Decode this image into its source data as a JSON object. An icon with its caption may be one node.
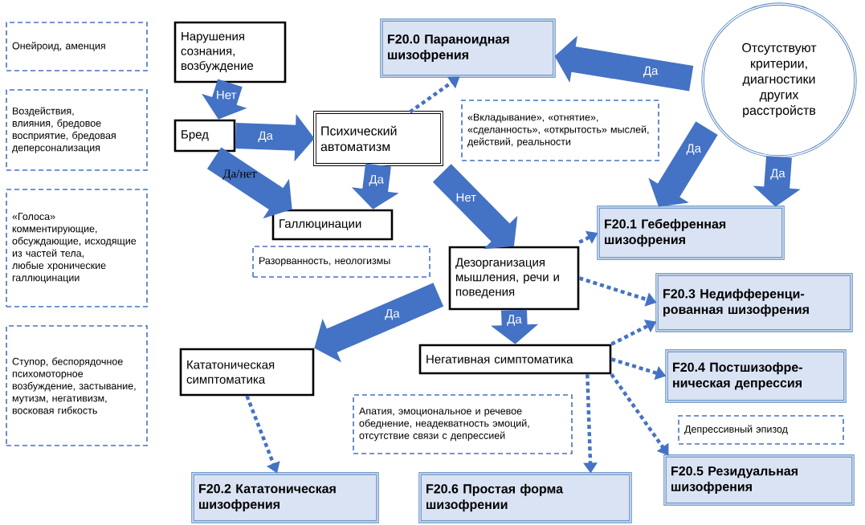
{
  "diagram": {
    "nodes": [
      {
        "text": [
          "Онейроид, аменция"
        ]
      },
      {
        "text": [
          "Воздействия, влияния, бредовое восприятие, бредовая деперсонализация"
        ]
      },
      {
        "text": [
          "«Голоса» комментирующие, обсуждающие, исходящие из частей тела, любые хронические галлюцинации"
        ]
      },
      {
        "text": [
          "Ступор, беспорядочное психомоторное возбуждение, застывание, мутизм, негативизм, восковая гибкость"
        ]
      },
      {
        "text": [
          "Нарушения сознания, возбуждение"
        ]
      },
      {
        "text": [
          "Бред"
        ]
      },
      {
        "text": [
          "Психический автоматизм"
        ]
      },
      {
        "text": [
          "Галлюцинации"
        ]
      },
      {
        "text": [
          "F20.0 Параноидная шизофрения"
        ]
      },
      {
        "text": [
          "«Вкладывание», «отнятие», «сделанность», «открытость» мыслей, действий, реальности"
        ]
      },
      {
        "text": [
          "Отсутствуют критерии, диагностики других расстройств"
        ]
      },
      {
        "text": [
          "F20.1 Гебефренная шизофрения"
        ]
      },
      {
        "text": [
          "Разорванность, неологизмы"
        ]
      },
      {
        "text": [
          "Дезорганизация мышления, речи и поведения"
        ]
      },
      {
        "text": [
          "Кататоническая симптоматика"
        ]
      },
      {
        "text": [
          "Негативная симптоматика"
        ]
      },
      {
        "text": [
          "Апатия, эмоциональное и речевое обеднение, неадекватность эмоций, отсутствие связи с депрессией"
        ]
      },
      {
        "text": [
          "F20.3 Недифференци-рованная шизофрения"
        ]
      },
      {
        "text": [
          "F20.4 Постшизофре-ническая депрессия"
        ]
      },
      {
        "text": [
          "Депрессивный эпизод"
        ]
      },
      {
        "text": [
          "F20.5 Резидуальная шизофрения"
        ]
      },
      {
        "text": [
          "F20.2 Кататоническая шизофрения"
        ]
      },
      {
        "text": [
          "F20.6 Простая форма шизофрении"
        ]
      }
    ],
    "edges": [
      {
        "from": 4,
        "to": 5,
        "arrow": "to",
        "label": "Нет"
      },
      {
        "from": 5,
        "to": 6,
        "arrow": "to",
        "label": "Да"
      },
      {
        "from": 5,
        "to": 7,
        "arrow": "to",
        "label": "Да/нет"
      },
      {
        "from": 6,
        "to": 7,
        "arrow": "to",
        "label": "Да"
      },
      {
        "from": 6,
        "to": 13,
        "arrow": "to",
        "label": "Нет"
      },
      {
        "from": 6,
        "to": 8,
        "arrow": "to",
        "style": "dashed"
      },
      {
        "from": 10,
        "to": 8,
        "arrow": "to",
        "label": "Да"
      },
      {
        "from": 10,
        "to": 11,
        "arrow": "to",
        "label": "Да"
      },
      {
        "from": 10,
        "to": 11,
        "arrow": "to",
        "label": "Да"
      },
      {
        "from": 13,
        "to": 11,
        "arrow": "to",
        "style": "dashed"
      },
      {
        "from": 13,
        "to": 14,
        "arrow": "to",
        "label": "Да"
      },
      {
        "from": 13,
        "to": 15,
        "arrow": "to",
        "label": "Да"
      },
      {
        "from": 13,
        "to": 17,
        "arrow": "to",
        "style": "dashed"
      },
      {
        "from": 15,
        "to": 17,
        "arrow": "to",
        "style": "dashed"
      },
      {
        "from": 15,
        "to": 18,
        "arrow": "to",
        "style": "dashed"
      },
      {
        "from": 15,
        "to": 20,
        "arrow": "to",
        "style": "dashed"
      },
      {
        "from": 14,
        "to": 21,
        "arrow": "to",
        "style": "dashed"
      },
      {
        "from": 15,
        "to": 22,
        "arrow": "to",
        "style": "dashed"
      }
    ]
  }
}
